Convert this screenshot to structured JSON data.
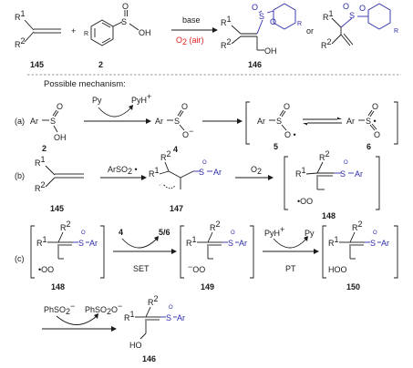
{
  "top": {
    "r1": "R",
    "r1_sup": "1",
    "r2": "R",
    "r2_sup": "2",
    "plus": "+",
    "reagent_r": "R",
    "reagent_s": "S",
    "reagent_o": "O",
    "reagent_oh": "OH",
    "condition_base": "base",
    "condition_o2": "O",
    "condition_o2_sub": "2",
    "condition_air": " (air)",
    "or": "or",
    "label_145": "145",
    "label_2": "2",
    "label_146": "146",
    "p1_r1": "R",
    "p1_r1_sup": "1",
    "p1_r2": "R",
    "p1_r2_sup": "2",
    "p1_o_top": "O",
    "p1_s": "S",
    "p1_o_mid": "O",
    "p1_r": "R",
    "p1_oh": "OH",
    "p2_r1": "R",
    "p2_r1_sup": "1",
    "p2_r2": "R",
    "p2_r2_sup": "2",
    "p2_o1": "O",
    "p2_s": "S",
    "p2_o2": "O",
    "p2_r": "R"
  },
  "mechanism": {
    "title": "Possible mechanism:",
    "a": {
      "tag": "(a)",
      "ar": "Ar",
      "s": "S",
      "o": "O",
      "oh": "OH",
      "py": "Py",
      "pyh": "PyH",
      "pyh_sup": "+",
      "label_2": "2",
      "i4_ar": "Ar",
      "i4_s": "S",
      "i4_o": "O",
      "i4_om": "O",
      "label_4": "4",
      "i5_ar": "Ar",
      "i5_s": "S",
      "i5_o": "O",
      "i5_o2": "O",
      "label_5": "5",
      "i6_ar": "Ar",
      "i6_s": "S",
      "i6_o1": "O",
      "i6_o2": "O",
      "label_6": "6"
    },
    "b": {
      "tag": "(b)",
      "r1": "R",
      "r1_sup": "1",
      "r2": "R",
      "r2_sup": "2",
      "reagent": "ArSO",
      "reagent_sub": "2",
      "label_145": "145",
      "i147_r1": "R",
      "i147_r1_sup": "1",
      "i147_r2": "R",
      "i147_r2_sup": "2",
      "i147_s": "S",
      "i147_ar": "Ar",
      "i147_o": "O",
      "label_147": "147",
      "o2": "O",
      "o2_sub": "2",
      "i148_r1": "R",
      "i148_r1_sup": "1",
      "i148_r2": "R",
      "i148_r2_sup": "2",
      "i148_s": "S",
      "i148_ar": "Ar",
      "i148_o": "O",
      "i148_oo": "OO",
      "label_148": "148"
    },
    "c": {
      "tag": "(c)",
      "s_r1": "R",
      "s_r1_sup": "1",
      "s_r2": "R",
      "s_r2_sup": "2",
      "s_s": "S",
      "s_ar": "Ar",
      "s_o": "O",
      "s_oo": "OO",
      "label_148": "148",
      "label_4": "4",
      "label_56": "5/6",
      "set": "SET",
      "i149_r1": "R",
      "i149_r1_sup": "1",
      "i149_r2": "R",
      "i149_r2_sup": "2",
      "i149_s": "S",
      "i149_ar": "Ar",
      "i149_o": "O",
      "i149_oo": "OO",
      "label_149": "149",
      "pyh": "PyH",
      "pyh_sup": "+",
      "py": "Py",
      "pt": "PT",
      "i150_r1": "R",
      "i150_r1_sup": "1",
      "i150_r2": "R",
      "i150_r2_sup": "2",
      "i150_s": "S",
      "i150_ar": "Ar",
      "i150_o": "O",
      "i150_hoo": "HOO",
      "label_150": "150"
    },
    "d": {
      "phso2": "PhSO",
      "phso2_sub": "2",
      "phso2o": "PhSO",
      "phso2o_sub": "2",
      "phso2o_o": "O",
      "r1": "R",
      "r1_sup": "1",
      "r2": "R",
      "r2_sup": "2",
      "s": "S",
      "ar": "Ar",
      "o": "O",
      "ho": "HO",
      "label_146": "146"
    }
  }
}
